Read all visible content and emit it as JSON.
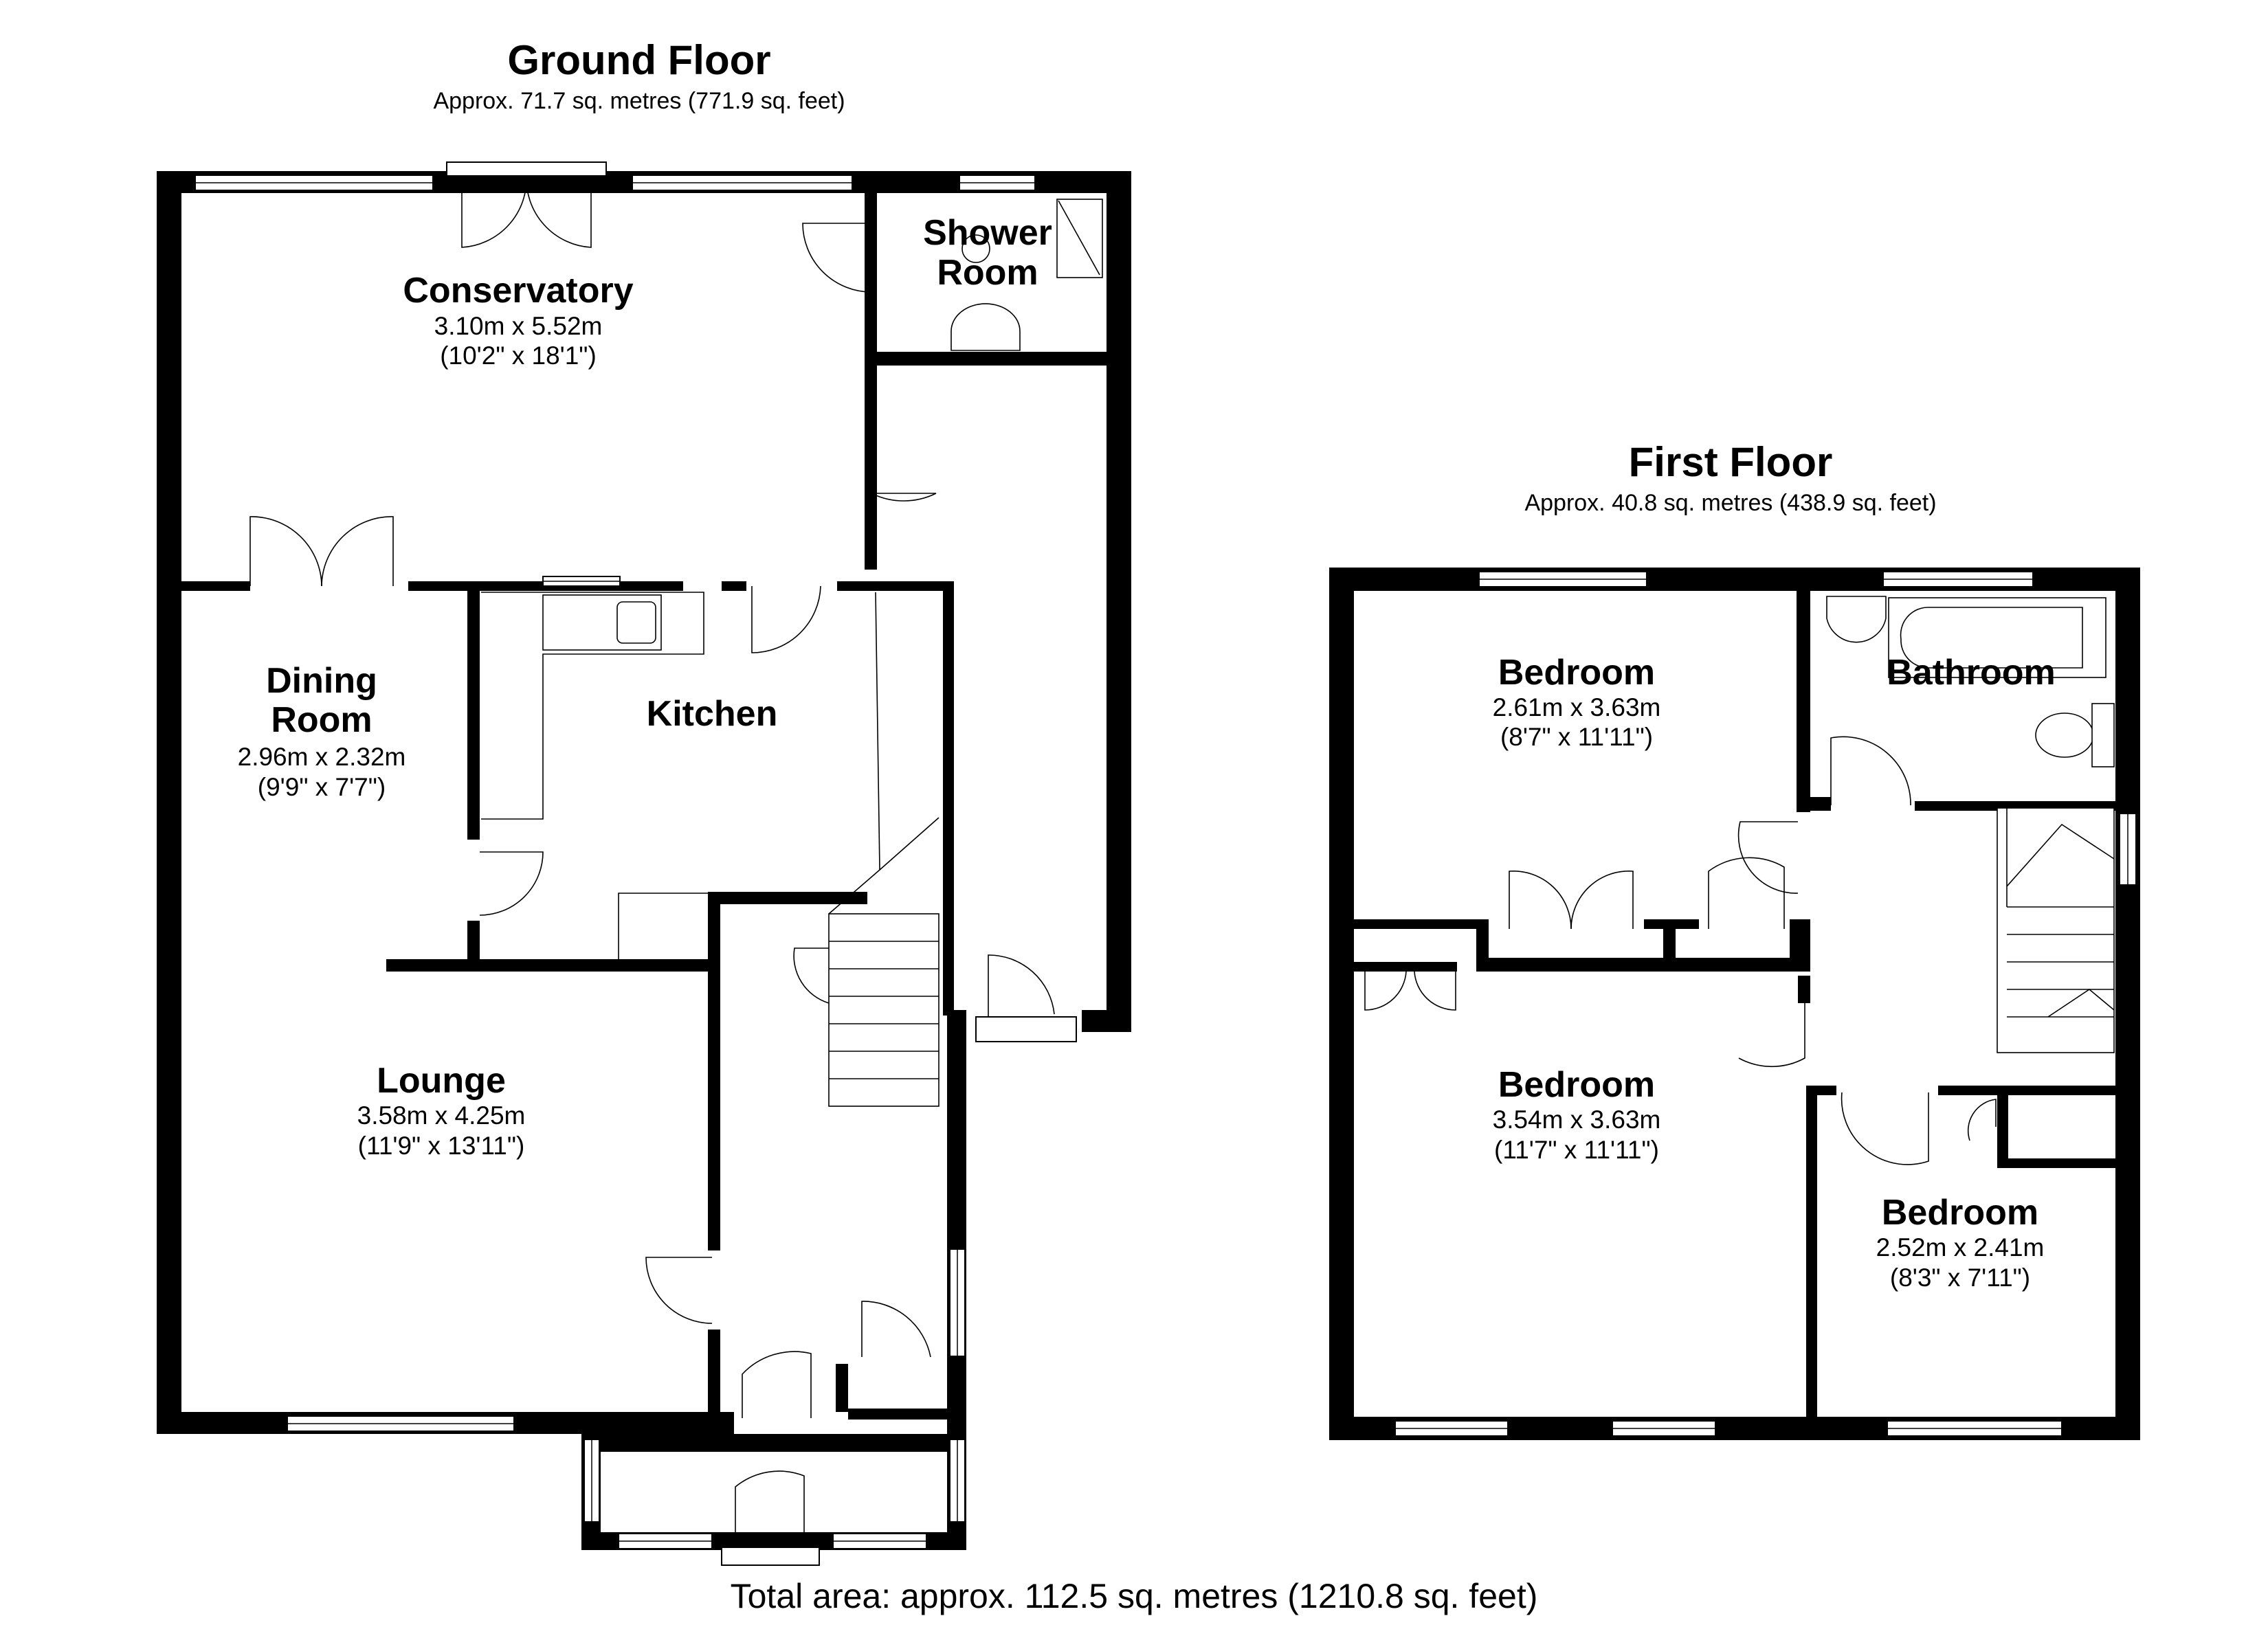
{
  "ground_floor": {
    "title": "Ground Floor",
    "area": "Approx. 71.7 sq. metres (771.9 sq. feet)",
    "rooms": [
      {
        "name": "Conservatory",
        "metric": "3.10m x 5.52m",
        "imperial": "(10'2\" x 18'1\")"
      },
      {
        "name_line1": "Shower",
        "name_line2": "Room"
      },
      {
        "name_line1": "Dining",
        "name_line2": "Room",
        "metric": "2.96m x 2.32m",
        "imperial": "(9'9\" x 7'7\")"
      },
      {
        "name": "Kitchen"
      },
      {
        "name": "Lounge",
        "metric": "3.58m x 4.25m",
        "imperial": "(11'9\" x 13'11\")"
      }
    ]
  },
  "first_floor": {
    "title": "First Floor",
    "area": "Approx. 40.8 sq. metres (438.9 sq. feet)",
    "rooms": [
      {
        "name": "Bedroom",
        "metric": "2.61m x 3.63m",
        "imperial": "(8'7\" x 11'11\")"
      },
      {
        "name": "Bathroom"
      },
      {
        "name": "Bedroom",
        "metric": "3.54m x 3.63m",
        "imperial": "(11'7\" x 11'11\")"
      },
      {
        "name": "Bedroom",
        "metric": "2.52m x 2.41m",
        "imperial": "(8'3\" x 7'11\")"
      }
    ]
  },
  "total_area": "Total area: approx. 112.5 sq. metres (1210.8 sq. feet)"
}
